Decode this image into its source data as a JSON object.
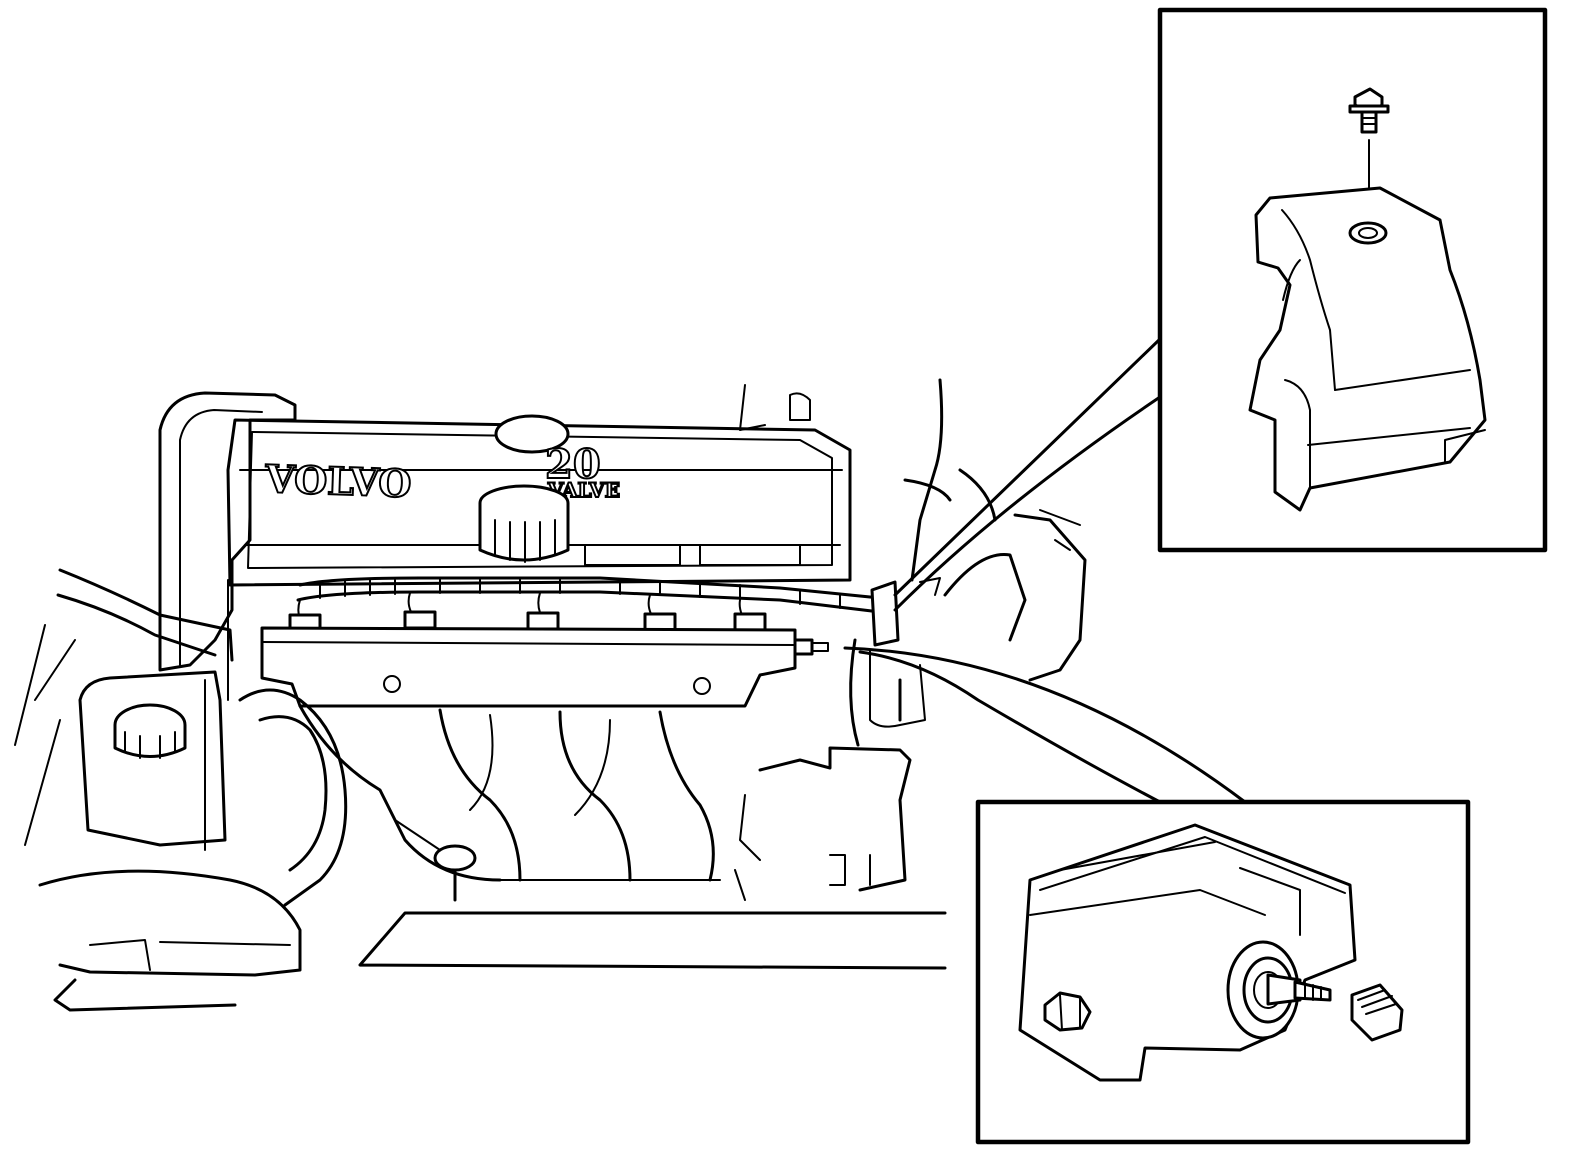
{
  "diagram": {
    "engine_logo": {
      "brand": "VOLVO",
      "number": "20",
      "valve": "VALVE"
    },
    "callouts": [
      {
        "id": "clip-detail",
        "subject": "fuel-rail-clip"
      },
      {
        "id": "valve-detail",
        "subject": "fuel-rail-service-valve"
      }
    ],
    "colors": {
      "line": "#000000",
      "background": "#ffffff"
    }
  }
}
